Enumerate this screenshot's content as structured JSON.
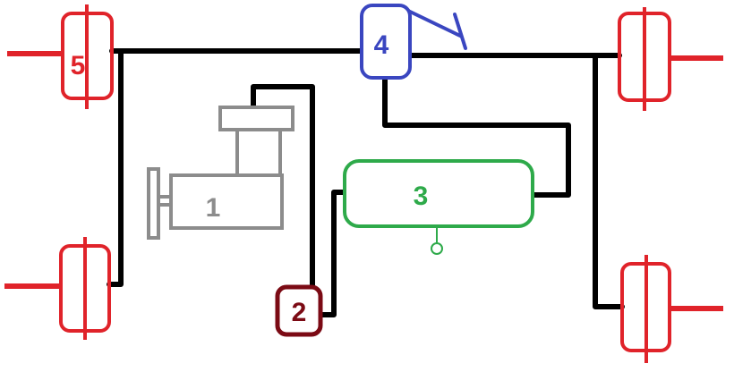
{
  "colors": {
    "pipe": "#000000",
    "wheel": "#e0232a",
    "compressor": "#8c8c8c",
    "regulator": "#7b0a14",
    "tank": "#2eaa4a",
    "brake_valve": "#3a46c0"
  },
  "labels": {
    "compressor": "1",
    "regulator": "2",
    "tank": "3",
    "brake_valve": "4",
    "wheel_brake": "5"
  }
}
